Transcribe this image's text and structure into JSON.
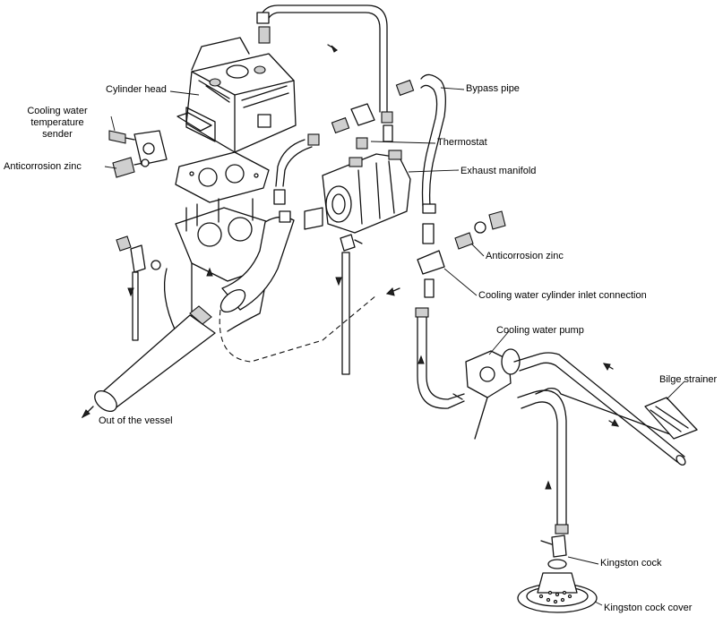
{
  "labels": {
    "cylinder_head": "Cylinder head",
    "cooling_water_temp_sender": "Cooling water\ntemperature\nsender",
    "anticorrosion_zinc_left": "Anticorrosion zinc",
    "bypass_pipe": "Bypass pipe",
    "thermostat": "Thermostat",
    "exhaust_manifold": "Exhaust manifold",
    "anticorrosion_zinc_right": "Anticorrosion zinc",
    "cooling_water_cylinder_inlet": "Cooling water cylinder inlet connection",
    "cooling_water_pump": "Cooling water pump",
    "bilge_strainer": "Bilge strainer",
    "out_of_vessel": "Out of the vessel",
    "kingston_cock": "Kingston cock",
    "kingston_cock_cover": "Kingston cock cover"
  }
}
